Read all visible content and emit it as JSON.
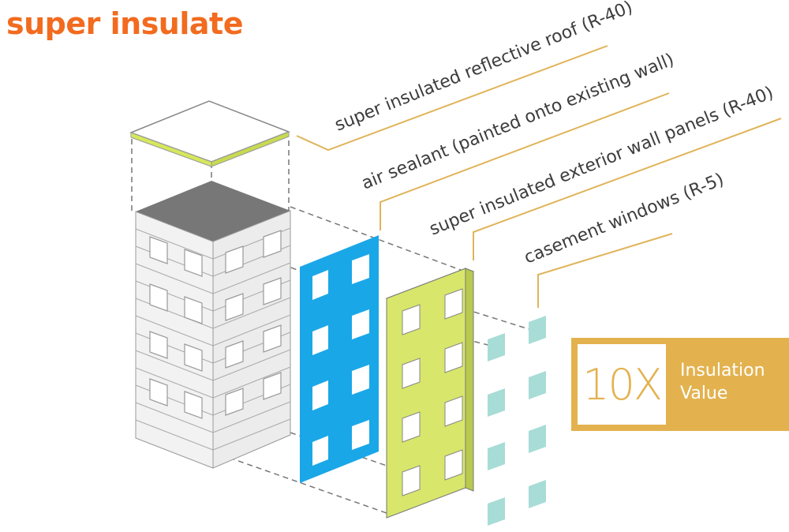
{
  "title": "super insulate",
  "colors": {
    "title": "#f26b1f",
    "roof_edge": "#d6e85a",
    "brick_top": "#777777",
    "air_sealant": "#1aa7e8",
    "wall_panel": "#d8e66b",
    "window": "#a8dcd6",
    "leader_line": "#e0b45a",
    "badge": "#e3b24f"
  },
  "callouts": [
    "super insulated reflective roof (R-40)",
    "air sealant (painted onto existing wall)",
    "super insulated exterior wall panels (R-40)",
    "casement  windows (R-5)"
  ],
  "badge": {
    "value": "10X",
    "label_line1": "Insulation",
    "label_line2": "Value"
  }
}
